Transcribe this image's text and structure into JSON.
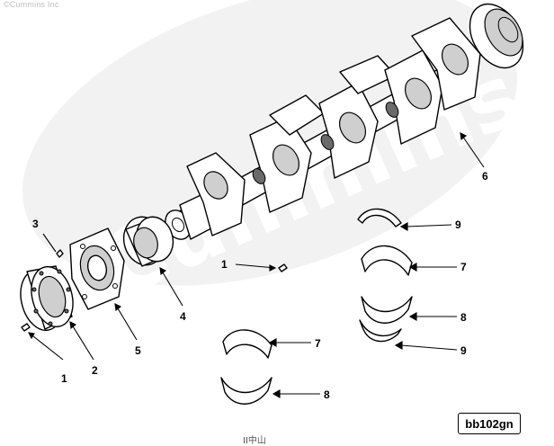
{
  "copyright": "©Cummins Inc",
  "watermark": "Cummins",
  "footer_mark": "ⅠⅠ中山",
  "diagram_code": "bb102gn",
  "callouts": [
    {
      "id": "c1a",
      "label": "1"
    },
    {
      "id": "c1b",
      "label": "1"
    },
    {
      "id": "c2",
      "label": "2"
    },
    {
      "id": "c3",
      "label": "3"
    },
    {
      "id": "c4",
      "label": "4"
    },
    {
      "id": "c5",
      "label": "5"
    },
    {
      "id": "c6",
      "label": "6"
    },
    {
      "id": "c7a",
      "label": "7"
    },
    {
      "id": "c7b",
      "label": "7"
    },
    {
      "id": "c8a",
      "label": "8"
    },
    {
      "id": "c8b",
      "label": "8"
    },
    {
      "id": "c9a",
      "label": "9"
    },
    {
      "id": "c9b",
      "label": "9"
    }
  ]
}
